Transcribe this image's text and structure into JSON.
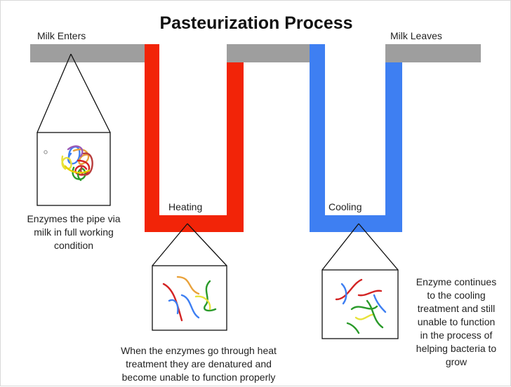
{
  "title": "Pasteurization Process",
  "labels": {
    "milk_enters": "Milk Enters",
    "milk_leaves": "Milk Leaves",
    "heating": "Heating",
    "cooling": "Cooling"
  },
  "captions": {
    "enter": [
      "Enzymes the pipe via",
      "milk in full working",
      "condition"
    ],
    "heat": [
      "When the enzymes go through heat",
      "treatment they are denatured and",
      "become unable to function properly"
    ],
    "cool": [
      "Enzyme continues",
      "to the cooling",
      "treatment and still",
      "unable to function",
      "in the process of",
      "helping bacteria to",
      "grow"
    ]
  },
  "colors": {
    "pipe": "#9e9e9e",
    "hot": "#f22408",
    "cold": "#3e7ff2",
    "outline": "#111111"
  }
}
